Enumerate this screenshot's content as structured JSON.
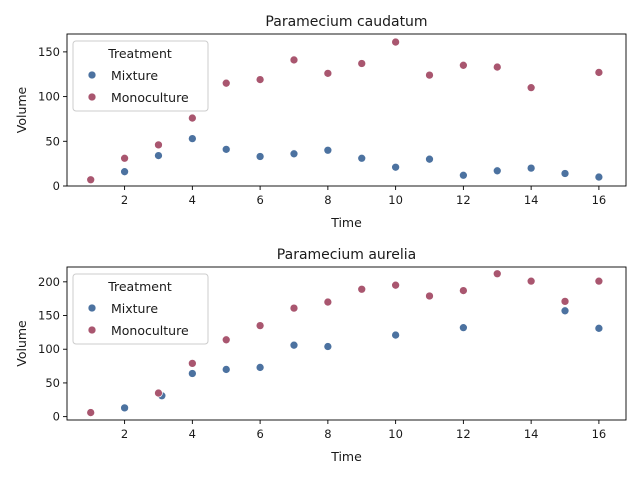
{
  "chart_data": [
    {
      "type": "scatter",
      "title": "Paramecium caudatum",
      "xlabel": "Time",
      "ylabel": "Volume",
      "xlim": [
        0.3,
        16.8
      ],
      "ylim": [
        0,
        170
      ],
      "xticks": [
        2,
        4,
        6,
        8,
        10,
        12,
        14,
        16
      ],
      "yticks": [
        0,
        50,
        100,
        150
      ],
      "legend": {
        "title": "Treatment",
        "position": "upper-left"
      },
      "series": [
        {
          "name": "Mixture",
          "color": "#4c72a0",
          "points": [
            [
              2,
              16
            ],
            [
              3,
              34
            ],
            [
              4,
              53
            ],
            [
              5,
              41
            ],
            [
              6,
              33
            ],
            [
              7,
              36
            ],
            [
              8,
              40
            ],
            [
              9,
              31
            ],
            [
              10,
              21
            ],
            [
              11,
              30
            ],
            [
              12,
              12
            ],
            [
              13,
              17
            ],
            [
              14,
              20
            ],
            [
              15,
              14
            ],
            [
              16,
              10
            ]
          ]
        },
        {
          "name": "Monoculture",
          "color": "#a9566f",
          "points": [
            [
              1,
              7
            ],
            [
              2,
              31
            ],
            [
              3,
              46
            ],
            [
              4,
              76
            ],
            [
              5,
              115
            ],
            [
              6,
              119
            ],
            [
              7,
              141
            ],
            [
              8,
              126
            ],
            [
              9,
              137
            ],
            [
              10,
              161
            ],
            [
              11,
              124
            ],
            [
              12,
              135
            ],
            [
              13,
              133
            ],
            [
              14,
              110
            ],
            [
              16,
              127
            ]
          ]
        }
      ]
    },
    {
      "type": "scatter",
      "title": "Paramecium aurelia",
      "xlabel": "Time",
      "ylabel": "Volume",
      "xlim": [
        0.3,
        16.8
      ],
      "ylim": [
        -5,
        222
      ],
      "xticks": [
        2,
        4,
        6,
        8,
        10,
        12,
        14,
        16
      ],
      "yticks": [
        0,
        50,
        100,
        150,
        200
      ],
      "legend": {
        "title": "Treatment",
        "position": "upper-left"
      },
      "series": [
        {
          "name": "Mixture",
          "color": "#4c72a0",
          "points": [
            [
              2,
              13
            ],
            [
              3.1,
              31
            ],
            [
              4,
              64
            ],
            [
              5,
              70
            ],
            [
              6,
              73
            ],
            [
              7,
              106
            ],
            [
              8,
              104
            ],
            [
              10,
              121
            ],
            [
              12,
              132
            ],
            [
              15,
              157
            ],
            [
              16,
              131
            ]
          ]
        },
        {
          "name": "Monoculture",
          "color": "#a9566f",
          "points": [
            [
              1,
              6
            ],
            [
              3,
              35
            ],
            [
              4,
              79
            ],
            [
              5,
              114
            ],
            [
              6,
              135
            ],
            [
              7,
              161
            ],
            [
              8,
              170
            ],
            [
              9,
              189
            ],
            [
              10,
              195
            ],
            [
              11,
              179
            ],
            [
              12,
              187
            ],
            [
              13,
              212
            ],
            [
              14,
              201
            ],
            [
              15,
              171
            ],
            [
              16,
              201
            ]
          ]
        }
      ]
    }
  ]
}
